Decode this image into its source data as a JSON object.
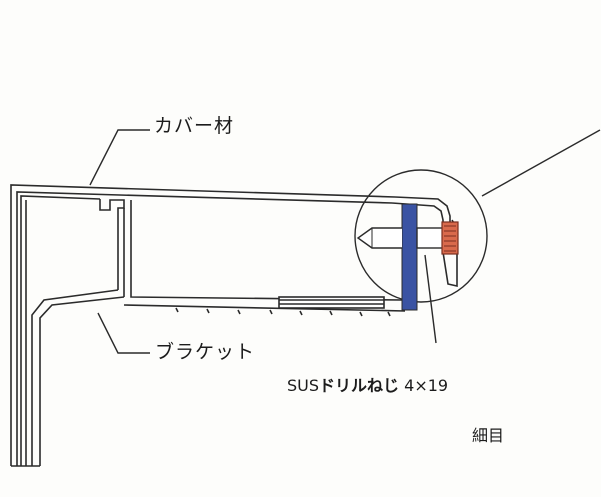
{
  "labels": {
    "cover": "カバー材",
    "bracket": "ブラケット",
    "screw_prefix": "SUS",
    "screw_name": "ドリルねじ",
    "screw_size": "4×19",
    "thread": "細目"
  },
  "colors": {
    "line": "#2b2b2b",
    "background": "#fdfdfb",
    "screw_shaft": "#3a53a3",
    "nut": "#d96a4c",
    "nut_stroke": "#7a2e1f",
    "fill_light": "#ffffff"
  }
}
